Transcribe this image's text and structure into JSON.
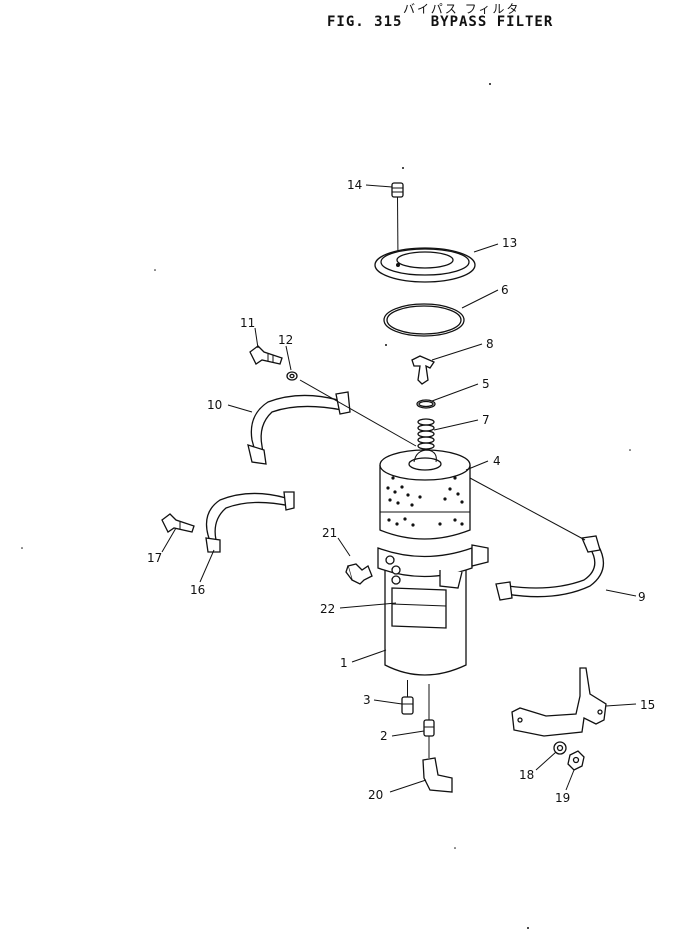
{
  "header": {
    "title_jp": "バイパス フィルタ",
    "title_en": "FIG. 315   BYPASS FILTER"
  },
  "parts": [
    {
      "id": "p1",
      "label": "1"
    },
    {
      "id": "p2",
      "label": "2"
    },
    {
      "id": "p3",
      "label": "3"
    },
    {
      "id": "p4",
      "label": "4"
    },
    {
      "id": "p5",
      "label": "5"
    },
    {
      "id": "p6",
      "label": "6"
    },
    {
      "id": "p7",
      "label": "7"
    },
    {
      "id": "p8",
      "label": "8"
    },
    {
      "id": "p9",
      "label": "9"
    },
    {
      "id": "p10",
      "label": "10"
    },
    {
      "id": "p11",
      "label": "11"
    },
    {
      "id": "p12",
      "label": "12"
    },
    {
      "id": "p13",
      "label": "13"
    },
    {
      "id": "p14",
      "label": "14"
    },
    {
      "id": "p15",
      "label": "15"
    },
    {
      "id": "p16",
      "label": "16"
    },
    {
      "id": "p17",
      "label": "17"
    },
    {
      "id": "p18",
      "label": "18"
    },
    {
      "id": "p19",
      "label": "19"
    },
    {
      "id": "p20",
      "label": "20"
    },
    {
      "id": "p21",
      "label": "21"
    },
    {
      "id": "p22",
      "label": "22"
    }
  ]
}
